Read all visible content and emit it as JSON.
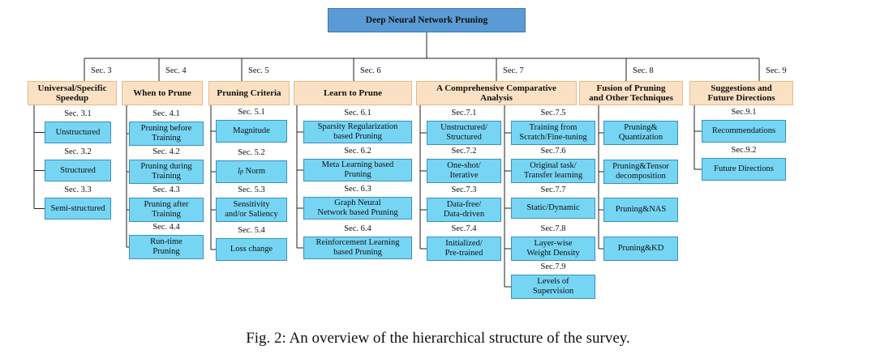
{
  "root": "Deep Neural Network Pruning",
  "sections": {
    "s3": "Sec. 3",
    "s4": "Sec. 4",
    "s5": "Sec. 5",
    "s6": "Sec. 6",
    "s7": "Sec. 7",
    "s8": "Sec. 8",
    "s9": "Sec. 9"
  },
  "categories": {
    "c3": [
      "Universal/Specific",
      "Speedup"
    ],
    "c4": "When to Prune",
    "c5": "Pruning Criteria",
    "c6": "Learn to Prune",
    "c7": [
      "A Comprehensive Comparative",
      "Analysis"
    ],
    "c8": [
      "Fusion of Pruning",
      "and Other Techniques"
    ],
    "c9": [
      "Suggestions and",
      "Future Directions"
    ]
  },
  "c3": {
    "labels": [
      "Sec. 3.1",
      "Sec. 3.2",
      "Sec. 3.3"
    ],
    "items": [
      "Unstructured",
      "Structured",
      "Semi-structured"
    ]
  },
  "c4": {
    "labels": [
      "Sec. 4.1",
      "Sec. 4.2",
      "Sec. 4.3",
      "Sec. 4.4"
    ],
    "items": [
      [
        "Pruning before",
        "Training"
      ],
      [
        "Pruning during",
        "Training"
      ],
      [
        "Pruning after",
        "Training"
      ],
      [
        "Run-time",
        "Pruning"
      ]
    ]
  },
  "c5": {
    "labels": [
      "Sec. 5.1",
      "Sec. 5.2",
      "Sec. 5.3",
      "Sec. 5.4"
    ],
    "items": [
      "Magnitude",
      "Norm",
      [
        "Sensitivity",
        "and/or Saliency"
      ],
      "Loss change"
    ],
    "norm_symbol": "l",
    "norm_sub": "p"
  },
  "c6": {
    "labels": [
      "Sec. 6.1",
      "Sec. 6.2",
      "Sec. 6.3",
      "Sec. 6.4"
    ],
    "items": [
      [
        "Sparsity Regularization",
        "based Pruning"
      ],
      [
        "Meta Learning based",
        "Pruning"
      ],
      [
        "Graph Neural",
        "Network based Pruning"
      ],
      [
        "Reinforcement Learning",
        "based Pruning"
      ]
    ]
  },
  "c7a": {
    "labels": [
      "Sec.7.1",
      "Sec.7.2",
      "Sec.7.3",
      "Sec.7.4"
    ],
    "items": [
      [
        "Unstructured/",
        "Structured"
      ],
      [
        "One-shot/",
        "Iterative"
      ],
      [
        "Data-free/",
        "Data-driven"
      ],
      [
        "Initialized/",
        "Pre-trained"
      ]
    ]
  },
  "c7b": {
    "labels": [
      "Sec.7.5",
      "Sec.7.6",
      "Sec.7.7",
      "Sec.7.8",
      "Sec.7.9"
    ],
    "items": [
      [
        "Training from",
        "Scratch/Fine-tuning"
      ],
      [
        "Original task/",
        "Transfer learning"
      ],
      "Static/Dynamic",
      [
        "Layer-wise",
        "Weight Density"
      ],
      [
        "Levels of",
        "Supervision"
      ]
    ]
  },
  "c8": {
    "items": [
      [
        "Pruning&",
        "Quantization"
      ],
      [
        "Pruning&Tensor",
        "decomposition"
      ],
      "Pruning&NAS",
      "Pruning&KD"
    ]
  },
  "c9": {
    "labels": [
      "Sec.9.1",
      "Sec.9.2"
    ],
    "items": [
      "Recommendations",
      "Future Directions"
    ]
  },
  "caption": "Fig. 2: An overview of the hierarchical structure of the survey."
}
